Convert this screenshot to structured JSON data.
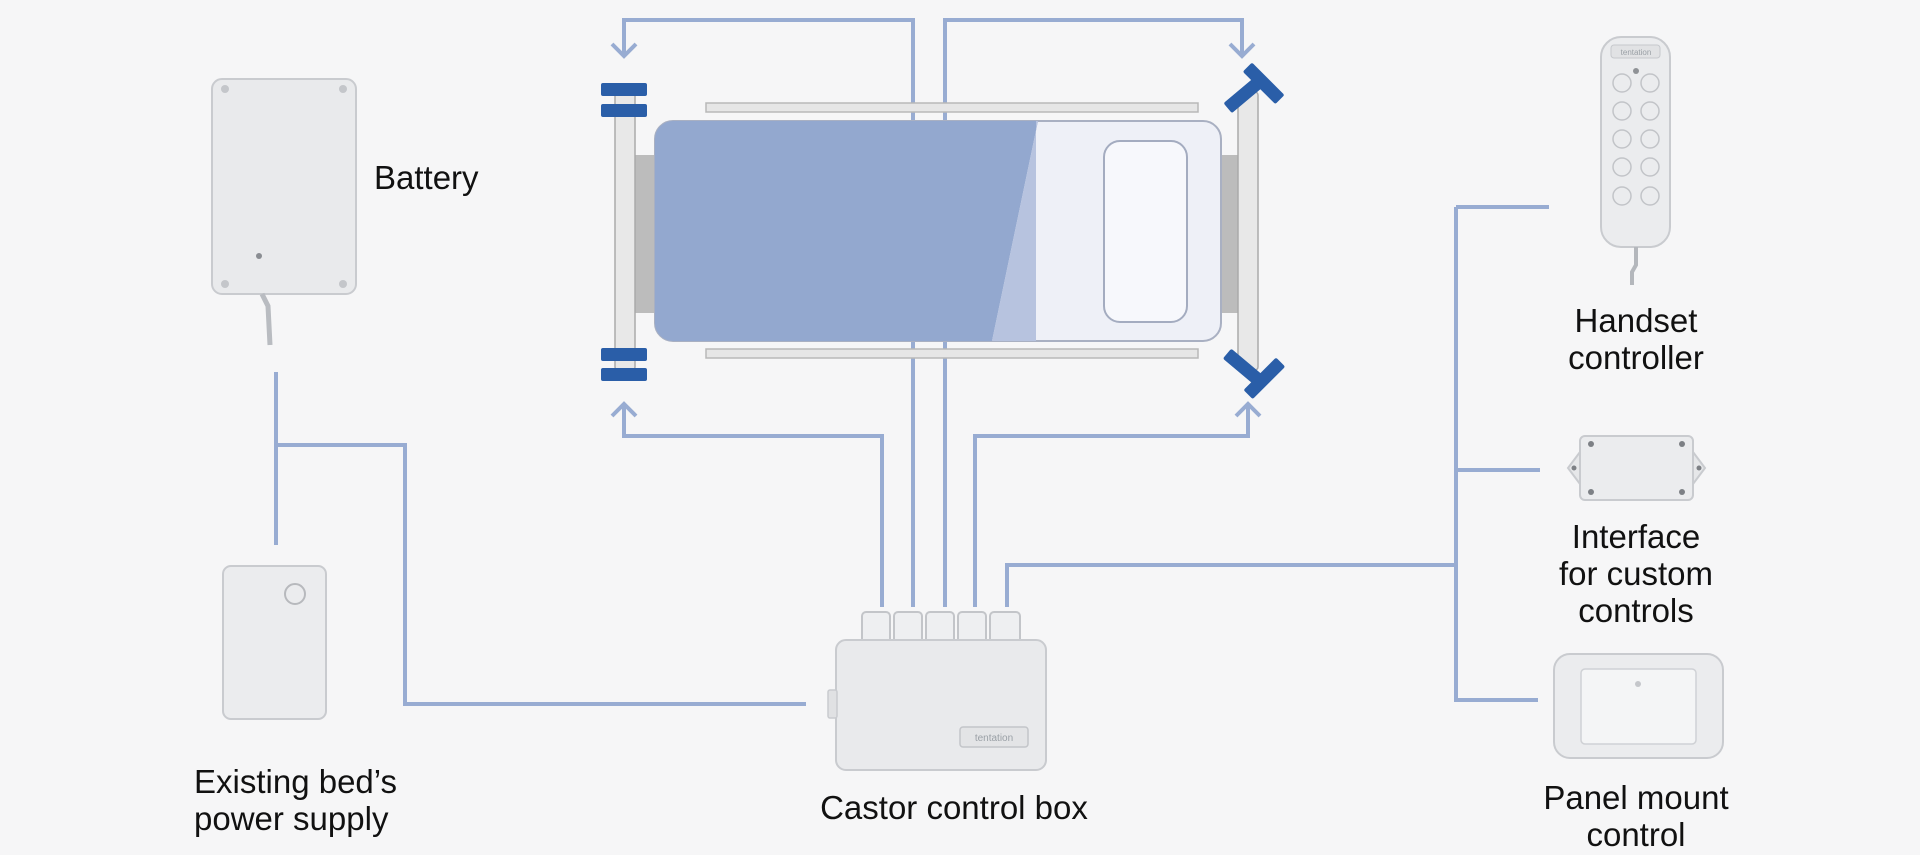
{
  "components": {
    "battery": {
      "label": "Battery"
    },
    "power_supply": {
      "label": "Existing bed’s\npower supply"
    },
    "castor_box": {
      "label": "Castor control box",
      "brand": "tentation"
    },
    "handset": {
      "label": "Handset\ncontroller",
      "brand": "tentation"
    },
    "interface": {
      "label": "Interface\nfor custom\ncontrols"
    },
    "panel": {
      "label": "Panel mount\ncontrol"
    }
  },
  "colors": {
    "connector": "#98acd2",
    "mattress": "#93a8cf",
    "bumper": "#2a5ea8",
    "device": "#e9eaec",
    "device_border": "#c9cbcf",
    "frame": "#bdbdbd"
  }
}
